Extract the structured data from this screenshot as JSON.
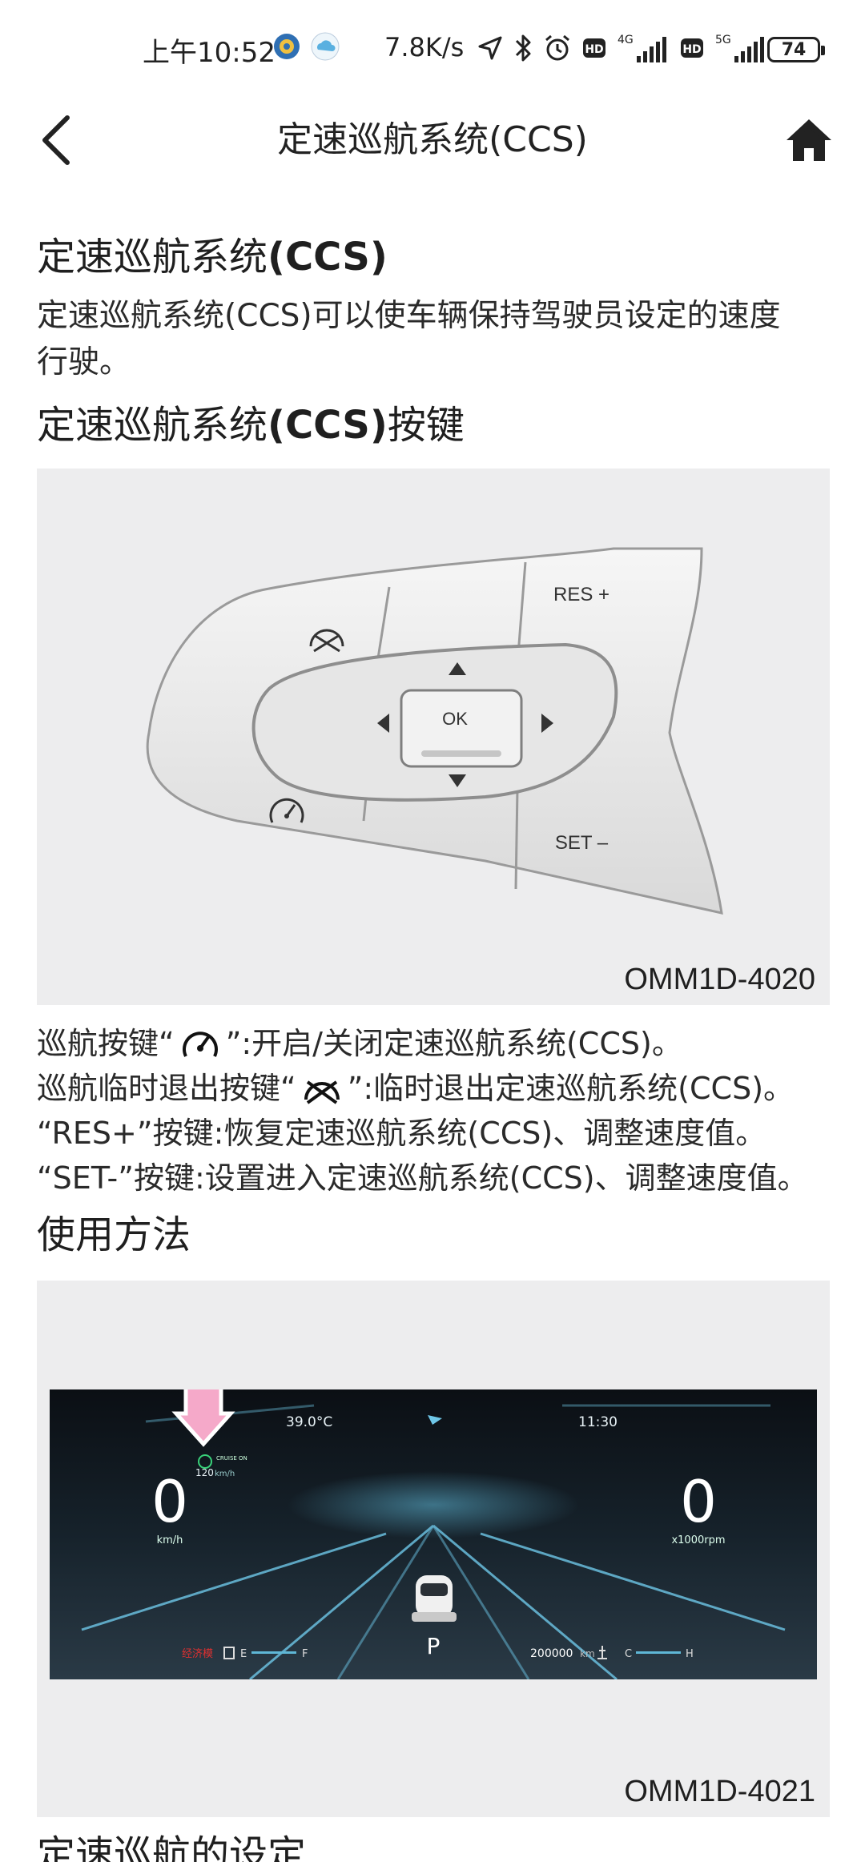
{
  "status_bar": {
    "time": "上午10:52",
    "net_speed": "7.8K/s",
    "sim1_label": "4G",
    "sim2_label": "5G",
    "hd_label": "HD",
    "battery": "74"
  },
  "app_bar": {
    "title": "定速巡航系统(CCS)"
  },
  "section1": {
    "heading_prefix": "定速巡航系统",
    "heading_bold": "(CCS)",
    "body": "定速巡航系统(CCS)可以使车辆保持驾驶员设定的速度行驶。"
  },
  "section2": {
    "heading_prefix": "定速巡航系统",
    "heading_bold": "(CCS)",
    "heading_suffix": "按键"
  },
  "figure1": {
    "caption": "OMM1D-4020",
    "labels": {
      "res": "RES +",
      "set": "SET –",
      "ok": "OK"
    }
  },
  "key_descriptions": {
    "line1_pre": "巡航按键“",
    "line1_post": "”:开启/关闭定速巡航系统(CCS)。",
    "line2_pre": "巡航临时退出按键“",
    "line2_post": "”:临时退出定速巡航系统(CCS)。",
    "line3": "“RES+”按键:恢复定速巡航系统(CCS)、调整速度值。",
    "line4": "“SET-”按键:设置进入定速巡航系统(CCS)、调整速度值。"
  },
  "section3": {
    "heading": "使用方法"
  },
  "figure2": {
    "caption": "OMM1D-4021",
    "cluster": {
      "temperature": "39.0°C",
      "clock": "11:30",
      "speed_value": "0",
      "speed_unit": "km/h",
      "rpm_value": "0",
      "rpm_unit": "x1000rpm",
      "cruise_text": "CRUISE ON",
      "cruise_speed": "120",
      "cruise_unit": "km/h",
      "gear": "P",
      "odometer": "200000",
      "odometer_unit": "km",
      "fuel_e": "E",
      "fuel_f": "F",
      "temp_c": "C",
      "temp_h": "H",
      "mode_label": "经济模"
    }
  },
  "section4": {
    "heading_partial": "定速巡航的设定"
  }
}
